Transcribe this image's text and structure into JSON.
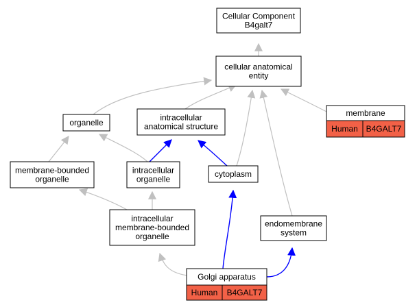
{
  "diagram": {
    "colors": {
      "node_fill": "#ffffff",
      "node_stroke": "#000000",
      "tag_fill": "#f26147",
      "edge_is_a": "#c0c0c0",
      "edge_part_of": "#0000ff"
    },
    "nodes": [
      {
        "id": "cc",
        "name": "node-cellular-component",
        "lines": [
          "Cellular Component",
          "B4galt7"
        ]
      },
      {
        "id": "cae",
        "name": "node-cellular-anatomical-entity",
        "lines": [
          "cellular anatomical",
          "entity"
        ]
      },
      {
        "id": "organelle",
        "name": "node-organelle",
        "lines": [
          "organelle"
        ]
      },
      {
        "id": "ias",
        "name": "node-intracellular-anatomical-structure",
        "lines": [
          "intracellular",
          "anatomical structure"
        ]
      },
      {
        "id": "membrane",
        "name": "node-membrane",
        "lines": [
          "membrane"
        ],
        "tags": [
          "Human",
          "B4GALT7"
        ]
      },
      {
        "id": "mbo",
        "name": "node-membrane-bounded-organelle",
        "lines": [
          "membrane-bounded",
          "organelle"
        ]
      },
      {
        "id": "io",
        "name": "node-intracellular-organelle",
        "lines": [
          "intracellular",
          "organelle"
        ]
      },
      {
        "id": "cyto",
        "name": "node-cytoplasm",
        "lines": [
          "cytoplasm"
        ]
      },
      {
        "id": "imbo",
        "name": "node-intracellular-membrane-bounded-organelle",
        "lines": [
          "intracellular",
          "membrane-bounded",
          "organelle"
        ]
      },
      {
        "id": "endo",
        "name": "node-endomembrane-system",
        "lines": [
          "endomembrane",
          "system"
        ]
      },
      {
        "id": "golgi",
        "name": "node-golgi-apparatus",
        "lines": [
          "Golgi apparatus"
        ],
        "tags": [
          "Human",
          "B4GALT7"
        ]
      }
    ],
    "edges": [
      {
        "from": "cae",
        "to": "cc",
        "type": "is_a"
      },
      {
        "from": "organelle",
        "to": "cae",
        "type": "is_a"
      },
      {
        "from": "ias",
        "to": "cae",
        "type": "is_a"
      },
      {
        "from": "cyto",
        "to": "cae",
        "type": "is_a"
      },
      {
        "from": "endo",
        "to": "cae",
        "type": "is_a"
      },
      {
        "from": "membrane",
        "to": "cae",
        "type": "is_a"
      },
      {
        "from": "mbo",
        "to": "organelle",
        "type": "is_a"
      },
      {
        "from": "io",
        "to": "organelle",
        "type": "is_a"
      },
      {
        "from": "io",
        "to": "ias",
        "type": "part_of"
      },
      {
        "from": "cyto",
        "to": "ias",
        "type": "part_of"
      },
      {
        "from": "imbo",
        "to": "mbo",
        "type": "is_a"
      },
      {
        "from": "imbo",
        "to": "io",
        "type": "is_a"
      },
      {
        "from": "golgi",
        "to": "imbo",
        "type": "is_a"
      },
      {
        "from": "golgi",
        "to": "cyto",
        "type": "part_of"
      },
      {
        "from": "golgi",
        "to": "endo",
        "type": "part_of"
      }
    ]
  }
}
